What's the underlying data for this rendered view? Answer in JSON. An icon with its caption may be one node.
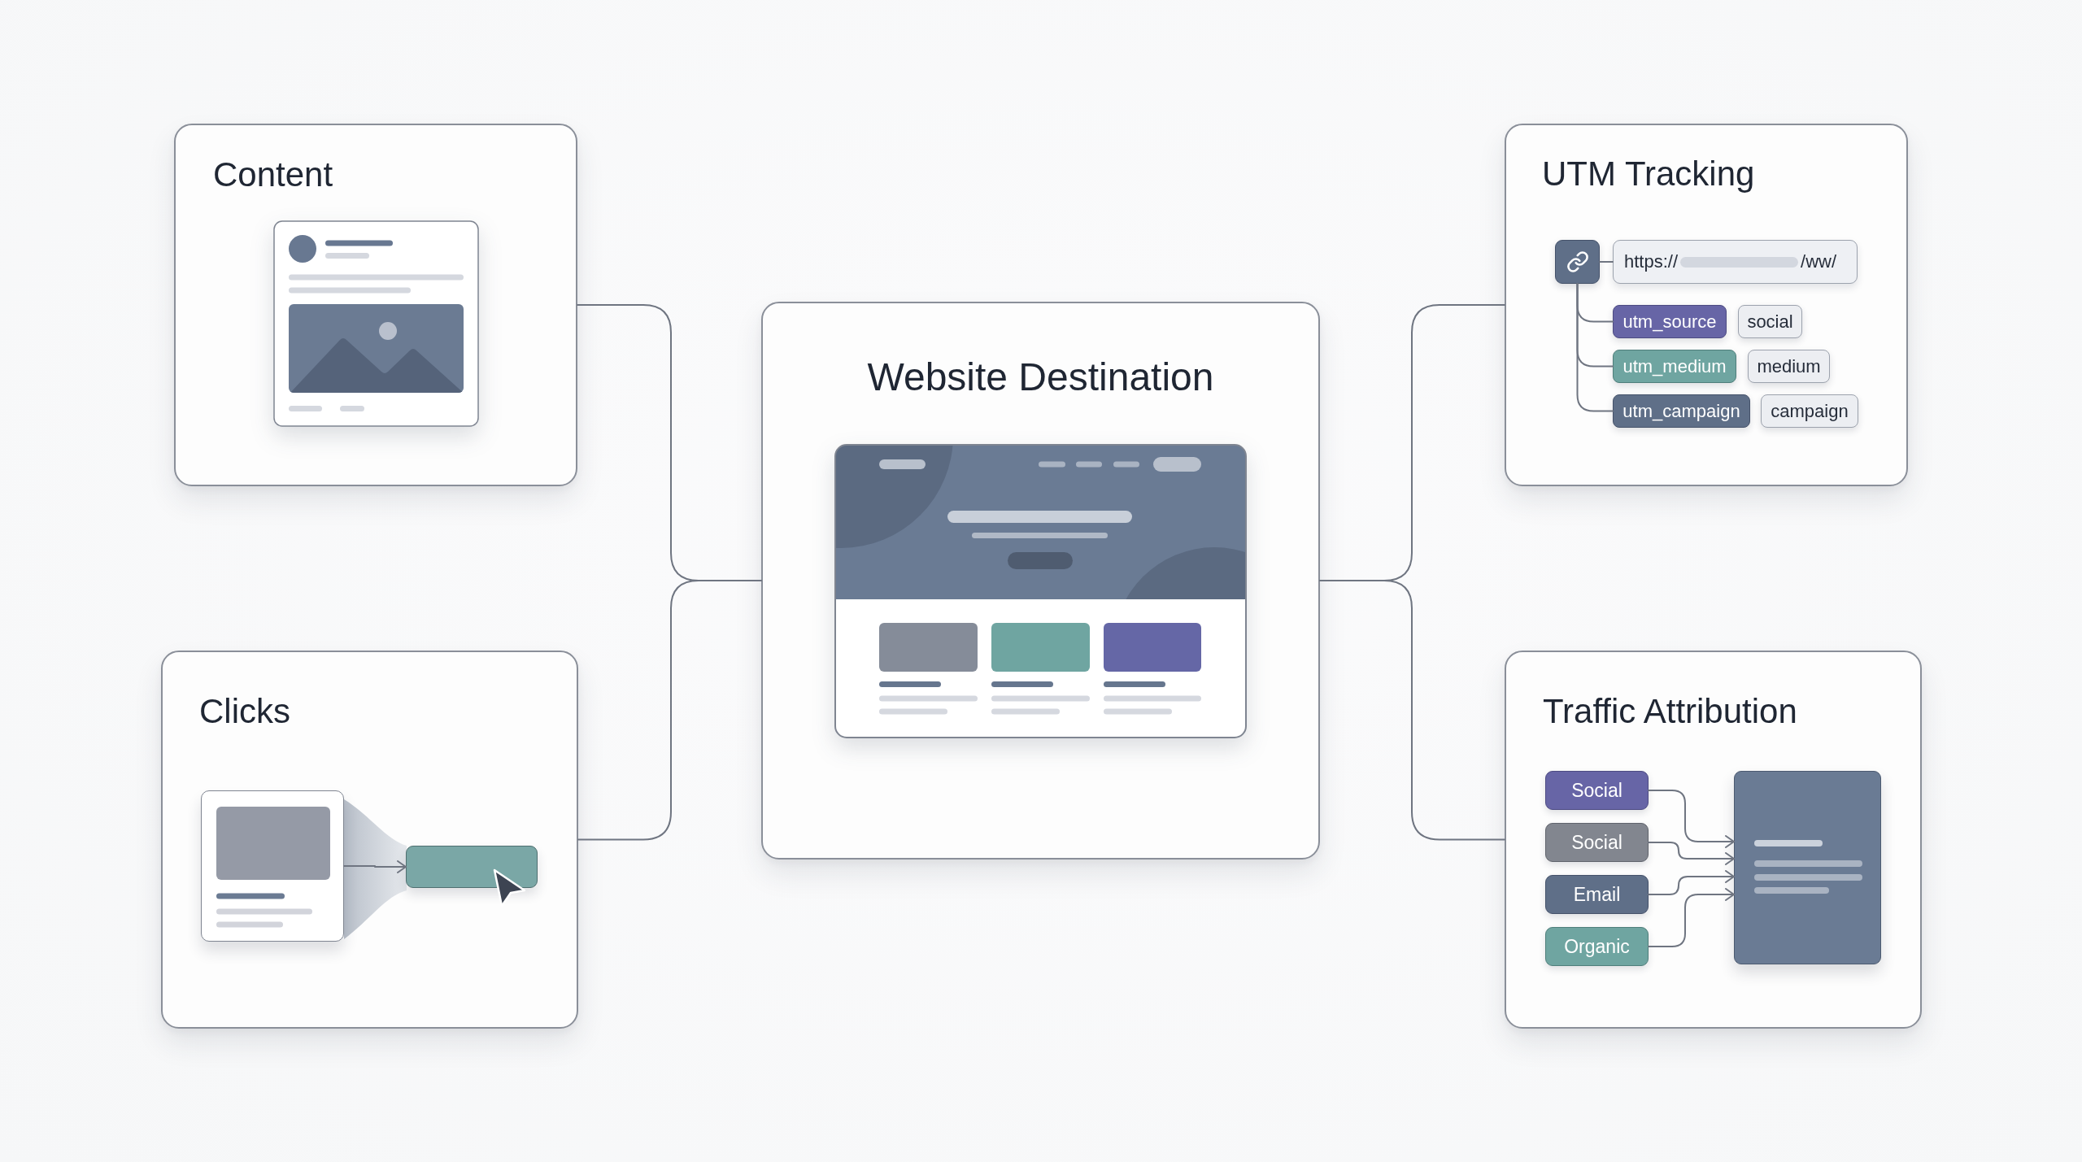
{
  "diagram": {
    "nodes": [
      {
        "text": [
          "Content"
        ]
      },
      {
        "text": [
          "UTM Tracking"
        ]
      },
      {
        "text": [],
        "shape": "box",
        "in": 1
      },
      {
        "text": [
          "https://",
          "/ww/"
        ],
        "in": 1
      },
      {
        "text": [
          "utm_source"
        ],
        "in": 1
      },
      {
        "text": [
          "social"
        ],
        "in": 1
      },
      {
        "text": [
          "utm_medium"
        ],
        "in": 1
      },
      {
        "text": [
          "medium"
        ],
        "in": 1
      },
      {
        "text": [
          "utm_campaign"
        ],
        "in": 1
      },
      {
        "text": [
          "campaign"
        ],
        "in": 1
      },
      {
        "text": [
          "Website Destination"
        ]
      },
      {
        "text": [
          "Clicks"
        ]
      },
      {
        "text": [],
        "shape": "box",
        "in": 11
      },
      {
        "text": [],
        "shape": "box",
        "in": 11
      },
      {
        "text": [
          "Traffic Attribution"
        ]
      },
      {
        "text": [
          "Social"
        ],
        "in": 14
      },
      {
        "text": [
          "Social"
        ],
        "in": 14
      },
      {
        "text": [
          "Email"
        ],
        "in": 14
      },
      {
        "text": [
          "Organic"
        ],
        "in": 14
      },
      {
        "text": [],
        "shape": "box",
        "in": 14
      }
    ],
    "edges": [
      {
        "from": 0,
        "to": 10,
        "arrow": "none"
      },
      {
        "from": 11,
        "to": 10,
        "arrow": "none"
      },
      {
        "from": 10,
        "to": 1,
        "arrow": "none"
      },
      {
        "from": 10,
        "to": 14,
        "arrow": "none"
      },
      {
        "from": 2,
        "to": 3,
        "arrow": "none"
      },
      {
        "from": 2,
        "to": 4,
        "arrow": "none"
      },
      {
        "from": 2,
        "to": 6,
        "arrow": "none"
      },
      {
        "from": 2,
        "to": 8,
        "arrow": "none"
      },
      {
        "from": 12,
        "to": 13,
        "arrow": "to"
      },
      {
        "from": 15,
        "to": 19,
        "arrow": "to"
      },
      {
        "from": 16,
        "to": 19,
        "arrow": "to"
      },
      {
        "from": 17,
        "to": 19,
        "arrow": "to"
      },
      {
        "from": 18,
        "to": 19,
        "arrow": "to"
      }
    ]
  }
}
